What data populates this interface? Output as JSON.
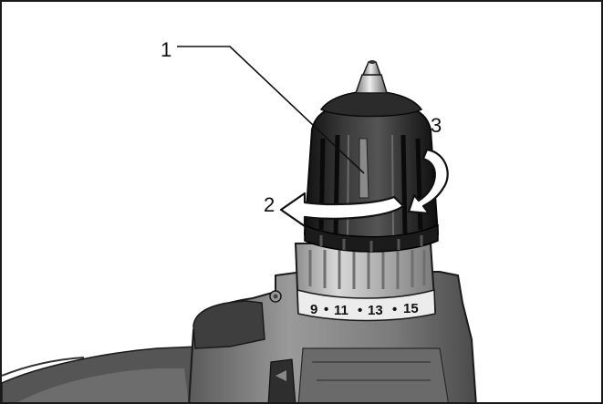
{
  "callouts": {
    "label_1": "1",
    "label_2": "2",
    "label_3": "3"
  },
  "scale": {
    "marks": [
      "9",
      "•",
      "11",
      "•",
      "13",
      "•",
      "15"
    ]
  },
  "colors": {
    "outline": "#1a1a1a",
    "housing": "#7a7a7a",
    "housing_dark": "#4a4a4a",
    "chuck_sleeve": "#262626",
    "collar_metal": "#bdbdbd",
    "arrow": "#111111",
    "arrow_fill": "#ffffff"
  },
  "icons": {
    "rotation_arrow_2": "curved-arrow-left-icon",
    "rotation_arrow_3": "curved-arrow-down-icon"
  }
}
